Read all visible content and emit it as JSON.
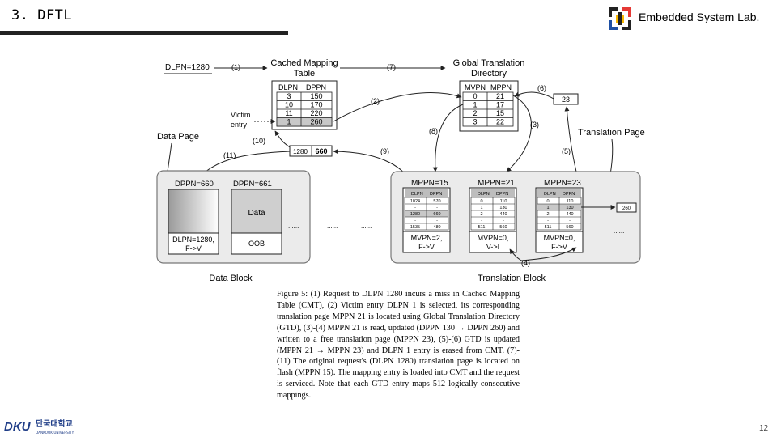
{
  "slide": {
    "title": "3. DFTL",
    "lab_name": "Embedded System Lab.",
    "page_number": "12"
  },
  "diagram": {
    "request_label": "DLPN=1280",
    "cmt_title": [
      "Cached Mapping",
      "Table"
    ],
    "cmt_headers": [
      "DLPN",
      "DPPN"
    ],
    "cmt_rows": [
      [
        "3",
        "150"
      ],
      [
        "10",
        "170"
      ],
      [
        "11",
        "220"
      ],
      [
        "1",
        "260"
      ]
    ],
    "victim_label": [
      "Victim",
      "entry"
    ],
    "gtd_title": [
      "Global Translation",
      "Directory"
    ],
    "gtd_headers": [
      "MVPN",
      "MPPN"
    ],
    "gtd_rows": [
      [
        "0",
        "21"
      ],
      [
        "1",
        "17"
      ],
      [
        "2",
        "15"
      ],
      [
        "3",
        "22"
      ]
    ],
    "gtd_updated_value": "23",
    "loaded_entry": [
      "1280",
      "660"
    ],
    "data_page_label": "Data Page",
    "translation_page_label": "Translation Page",
    "data_block_label": "Data Block",
    "translation_block_label": "Translation Block",
    "data_pages": [
      {
        "header": "DPPN=660",
        "body": "",
        "footer": [
          "DLPN=1280,",
          "F->V"
        ]
      },
      {
        "header": "DPPN=661",
        "body": "Data",
        "footer": [
          "OOB"
        ]
      }
    ],
    "translation_pages": [
      {
        "header": "MPPN=15",
        "table_headers": [
          "DLPN",
          "DPPN"
        ],
        "rows": [
          [
            "1024",
            "570"
          ],
          [
            "-",
            "-"
          ],
          [
            "1280",
            "660"
          ],
          [
            "-",
            "-"
          ],
          [
            "1535",
            "480"
          ]
        ],
        "footer": [
          "MVPN=2,",
          "F->V"
        ]
      },
      {
        "header": "MPPN=21",
        "table_headers": [
          "DLPN",
          "DPPN"
        ],
        "rows": [
          [
            "0",
            "110"
          ],
          [
            "1",
            "130"
          ],
          [
            "2",
            "440"
          ],
          [
            "-",
            "-"
          ],
          [
            "511",
            "560"
          ]
        ],
        "footer": [
          "MVPN=0,",
          "V->I"
        ]
      },
      {
        "header": "MPPN=23",
        "table_headers": [
          "DLPN",
          "DPPN"
        ],
        "rows": [
          [
            "0",
            "110"
          ],
          [
            "1",
            "130"
          ],
          [
            "2",
            "440"
          ],
          [
            "-",
            "-"
          ],
          [
            "511",
            "560"
          ]
        ],
        "footer": [
          "MVPN=0,",
          "F->V"
        ]
      }
    ],
    "side_entry_value": "260",
    "ellipsis": "......",
    "steps": [
      "(1)",
      "(2)",
      "(3)",
      "(4)",
      "(5)",
      "(6)",
      "(7)",
      "(8)",
      "(9)",
      "(10)",
      "(11)"
    ]
  },
  "caption": "Figure 5: (1) Request to DLPN 1280 incurs a miss in Cached Mapping Table (CMT), (2) Victim entry DLPN 1 is selected, its corresponding translation page MPPN 21 is located using Global Translation Directory (GTD), (3)-(4) MPPN 21 is read, updated (DPPN 130 → DPPN 260) and written to a free translation page (MPPN 23), (5)-(6) GTD is updated (MPPN 21 → MPPN 23) and DLPN 1 entry is erased from CMT. (7)-(11) The original request's (DLPN 1280) translation page is located on flash (MPPN 15). The mapping entry is loaded into CMT and the request is serviced. Note that each GTD entry maps 512 logically consecutive mappings.",
  "footer_logo": {
    "mark": "DKU",
    "name": "단국대학교",
    "subtitle": "DANKOOK UNIVERSITY"
  },
  "colors": {
    "text": "#000000",
    "rule": "#222222",
    "logo_red": "#e53935",
    "logo_yellow": "#f9b800",
    "logo_blue": "#1e4fa3",
    "univ_blue": "#1f3d87",
    "block_bg": "#eaeaea"
  }
}
